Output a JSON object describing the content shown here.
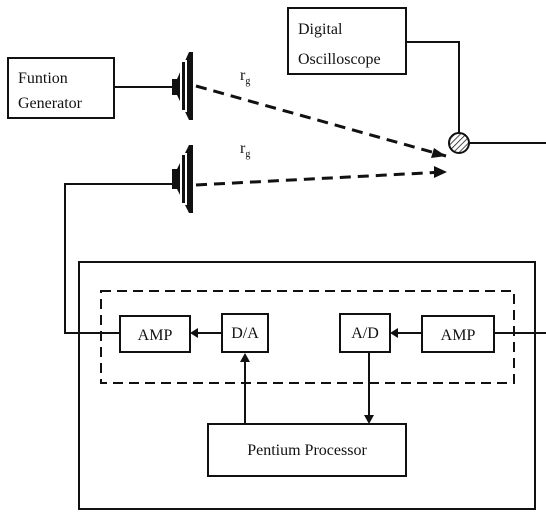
{
  "blocks": {
    "function_generator": {
      "line1": "Funtion",
      "line2": "Generator"
    },
    "digital_oscilloscope": {
      "line1": "Digital",
      "line2": "Oscilloscope"
    },
    "amp_left": "AMP",
    "da": "D/A",
    "ad": "A/D",
    "amp_right": "AMP",
    "processor": "Pentium Processor"
  },
  "paths": {
    "upper": {
      "symbol": "r",
      "subscript": "g"
    },
    "lower": {
      "symbol": "r",
      "subscript": "g"
    }
  },
  "colors": {
    "line": "#111111",
    "background": "#ffffff"
  },
  "icons": {
    "speaker": "speaker-icon",
    "microphone": "microphone-icon"
  }
}
